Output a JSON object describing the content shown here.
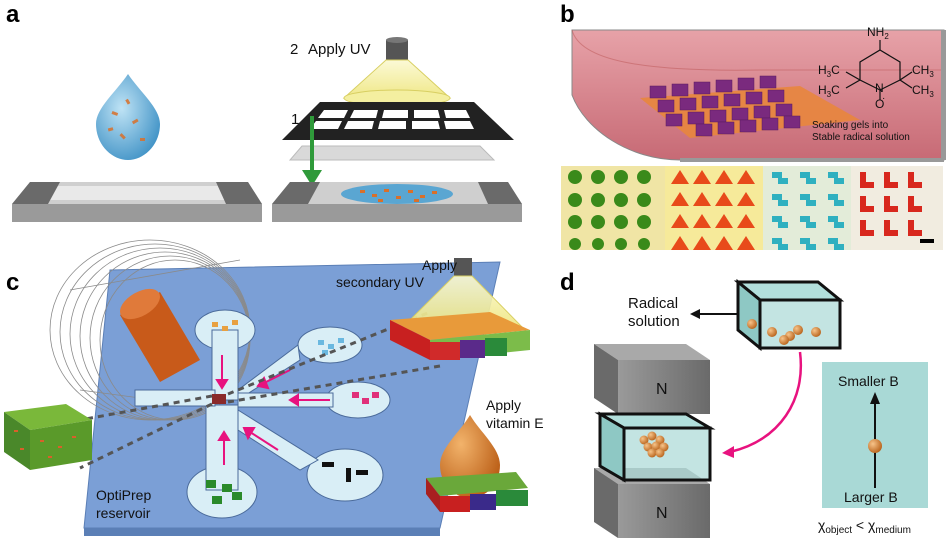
{
  "panels": {
    "a": "a",
    "b": "b",
    "c": "c",
    "d": "d"
  },
  "panel_a": {
    "step2": "2",
    "apply_uv": "Apply UV",
    "step1": "1"
  },
  "panel_b": {
    "chem_nh2": "NH",
    "chem_nh2_sub": "2",
    "chem_h3c_1": "H",
    "chem_h3c_1_sub": "3",
    "chem_h3c_1_c": "C",
    "chem_h3c_2": "H",
    "chem_h3c_2_sub": "3",
    "chem_h3c_2_c": "C",
    "chem_ch3_1": "CH",
    "chem_ch3_1_sub": "3",
    "chem_ch3_2": "CH",
    "chem_ch3_2_sub": "3",
    "chem_n": "N",
    "chem_o": "O",
    "soak_line1": "Soaking gels into",
    "soak_line2": "Stable radical solution"
  },
  "panel_c": {
    "apply_secondary_1": "Apply",
    "apply_secondary_2": "secondary UV",
    "apply_vitE_1": "Apply",
    "apply_vitE_2": "vitamin E",
    "optiprep_1": "OptiPrep",
    "optiprep_2": "reservoir"
  },
  "panel_d": {
    "radical_1": "Radical",
    "radical_2": "solution",
    "magnet_top": "N",
    "magnet_bottom": "N",
    "smaller_b": "Smaller B",
    "larger_b": "Larger B",
    "chi_main": "χ",
    "chi_object": "object",
    "chi_lt": " < χ",
    "chi_medium": "medium"
  },
  "colors": {
    "droplet": "#6bb8e0",
    "uv_cone": "#f2ee9a",
    "gel_purple": "#7a2a7e",
    "tray_pink": "#d9808a",
    "chip_blue": "#7b9fd6",
    "magenta_arrow": "#e8127f",
    "magnet_gray": "#8a8a8a",
    "field_bg": "#a9d9d6",
    "sphere_orange": "#e08a2a"
  }
}
